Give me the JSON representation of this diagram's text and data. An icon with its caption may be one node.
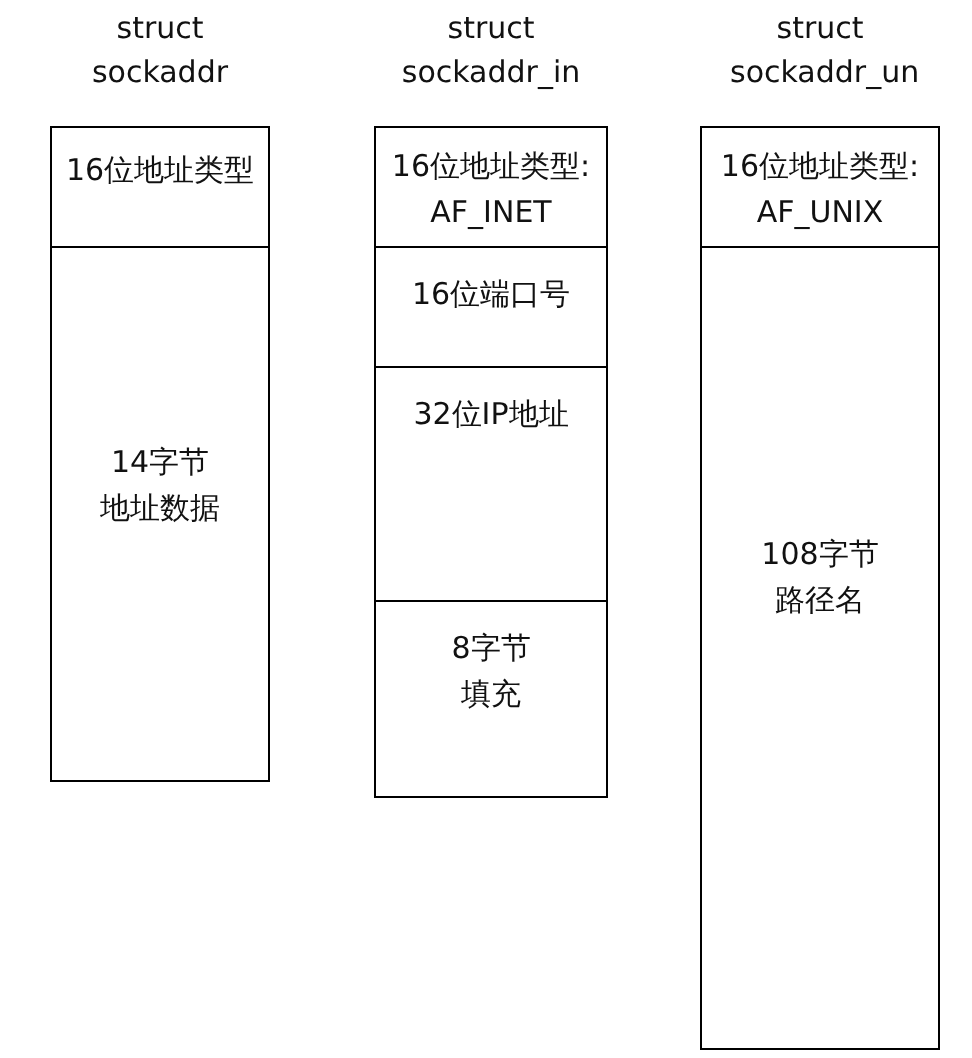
{
  "diagram": {
    "nodes": [
      {
        "text": [
          "struct sockaddr"
        ]
      },
      {
        "text": [
          "16位地址类型"
        ],
        "in": 0
      },
      {
        "text": [
          "14字节地址数据"
        ],
        "in": 0
      },
      {
        "text": [
          "struct sockaddr_in"
        ]
      },
      {
        "text": [
          "16位地址类型: AF_INET"
        ],
        "in": 3
      },
      {
        "text": [
          "16位端口号"
        ],
        "in": 3
      },
      {
        "text": [
          "32位IP地址"
        ],
        "in": 3
      },
      {
        "text": [
          "8字节填充"
        ],
        "in": 3
      },
      {
        "text": [
          "struct sockaddr_un"
        ]
      },
      {
        "text": [
          "16位地址类型: AF_UNIX"
        ],
        "in": 8
      },
      {
        "text": [
          "108字节路径名"
        ],
        "in": 8
      }
    ]
  }
}
